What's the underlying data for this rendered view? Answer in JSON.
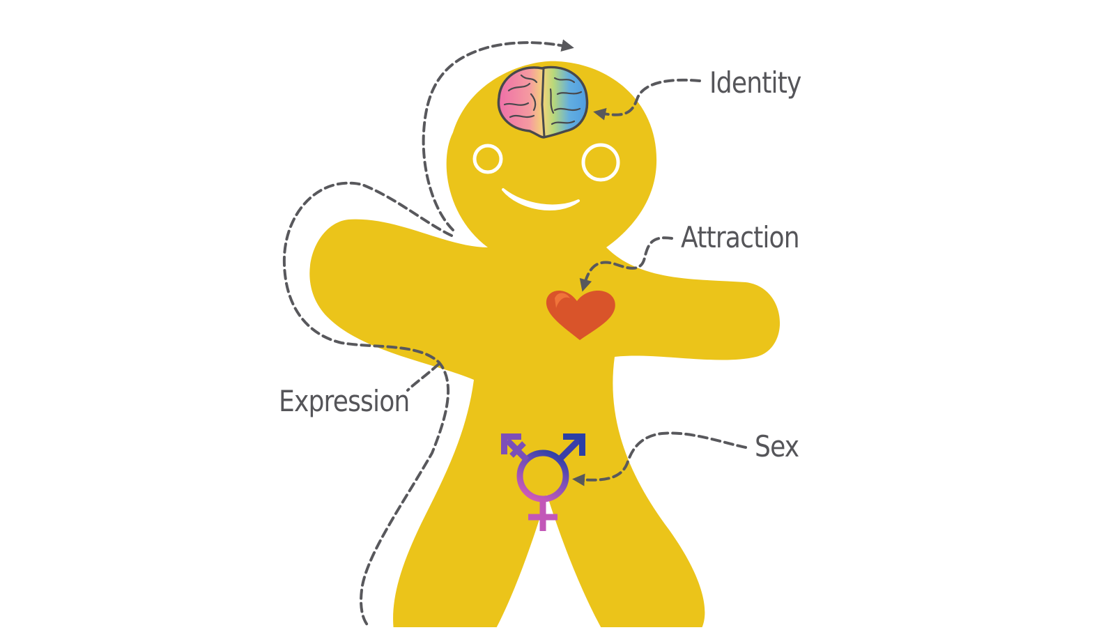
{
  "diagram": {
    "title": "",
    "colors": {
      "background": "#ffffff",
      "body": "#ebc41a",
      "face_features": "#ffffff",
      "dashed_line": "#58585c",
      "label_text": "#555559",
      "heart": "#d9542a",
      "heart_highlight": "#f0743a",
      "symbol_gradient_top": "#2b3fa6",
      "symbol_gradient_mid": "#7d4fb8",
      "symbol_gradient_bottom": "#c257b8",
      "brain_left": "#ee72a8",
      "brain_center": "#f4d37a",
      "brain_right": "#4f9de0",
      "brain_outline": "#48484c"
    },
    "figure": {
      "name": "gingerbread-person",
      "head_icon": "brain-icon",
      "chest_icon": "heart-icon",
      "pelvis_icon": "transgender-symbol-icon",
      "face": [
        "left-eye",
        "right-eye",
        "smile"
      ]
    },
    "labels": [
      {
        "id": "identity",
        "text": "Identity",
        "points_to": "brain"
      },
      {
        "id": "attraction",
        "text": "Attraction",
        "points_to": "heart"
      },
      {
        "id": "expression",
        "text": "Expression",
        "points_to": "body-outline"
      },
      {
        "id": "sex",
        "text": "Sex",
        "points_to": "transgender-symbol"
      }
    ]
  }
}
